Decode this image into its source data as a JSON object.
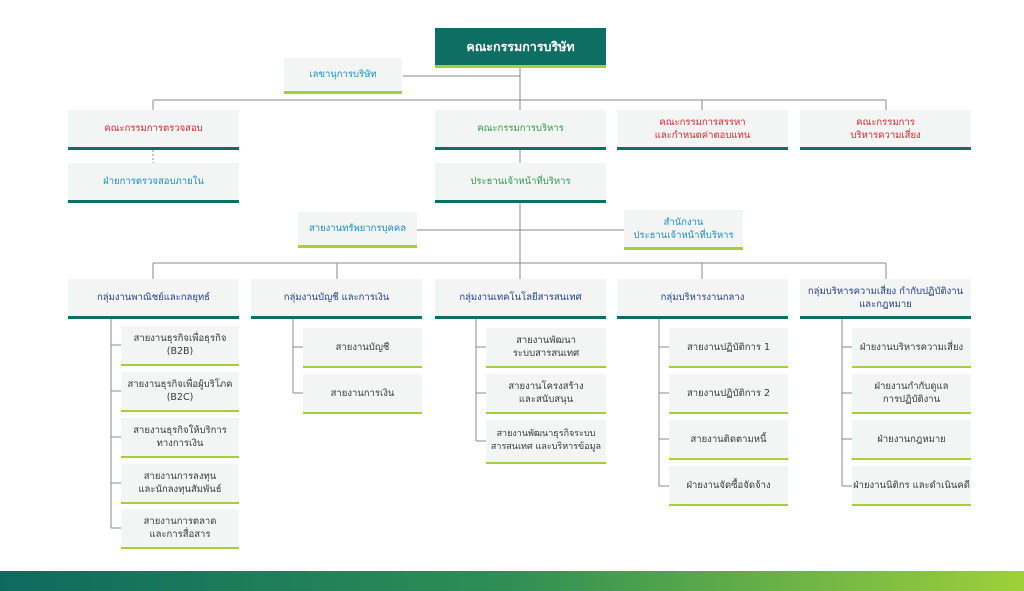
{
  "board": "คณะกรรมการบริษัท",
  "secretary": "เลขานุการบริษัท",
  "committees": {
    "audit": "คณะกรรมการตรวจสอบ",
    "executive": "คณะกรรมการบริหาร",
    "nomination": "คณะกรรมการสรรหา\nและกำหนดค่าตอบแทน",
    "risk": "คณะกรรมการ\nบริหารความเสี่ยง"
  },
  "internal_audit": "ฝ่ายการตรวจสอบภายใน",
  "ceo": "ประธานเจ้าหน้าที่บริหาร",
  "hr": "สายงานทรัพยากรบุคคล",
  "ceo_office": "สำนักงาน\nประธานเจ้าหน้าที่บริหาร",
  "groups": [
    {
      "title": "กลุ่มงานพาณิชย์และกลยุทธ์",
      "items": [
        "สายงานธุรกิจเพื่อธุรกิจ\n(B2B)",
        "สายงานธุรกิจเพื่อผู้บริโภค\n(B2C)",
        "สายงานธุรกิจให้บริการ\nทางการเงิน",
        "สายงานการลงทุน\nและนักลงทุนสัมพันธ์",
        "สายงานการตลาด\nและการสื่อสาร"
      ]
    },
    {
      "title": "กลุ่มงานบัญชี และการเงิน",
      "items": [
        "สายงานบัญชี",
        "สายงานการเงิน"
      ]
    },
    {
      "title": "กลุ่มงานเทคโนโลยีสารสนเทศ",
      "items": [
        "สายงานพัฒนา\nระบบสารสนเทศ",
        "สายงานโครงสร้าง\nและสนับสนุน",
        "สายงานพัฒนาธุรกิจระบบ\nสารสนเทศ และบริหารข้อมูล"
      ]
    },
    {
      "title": "กลุ่มบริหารงานกลาง",
      "items": [
        "สายงานปฏิบัติการ 1",
        "สายงานปฏิบัติการ 2",
        "สายงานติดตามหนี้",
        "ฝ่ายงานจัดซื้อจัดจ้าง"
      ]
    },
    {
      "title": "กลุ่มบริหารความเสี่ยง กำกับปฏิบัติงาน\nและกฎหมาย",
      "items": [
        "ฝ่ายงานบริหารความเสี่ยง",
        "ฝ่ายงานกำกับดูแล\nการปฏิบัติงาน",
        "ฝ่ายงานกฎหมาย",
        "ฝ่ายงานนิติกร และดำเนินคดี"
      ]
    }
  ],
  "colors": {
    "teal": "#0f6e63",
    "green_accent": "#a6ce39",
    "red": "#e3262d",
    "blue": "#1aa2d6"
  }
}
